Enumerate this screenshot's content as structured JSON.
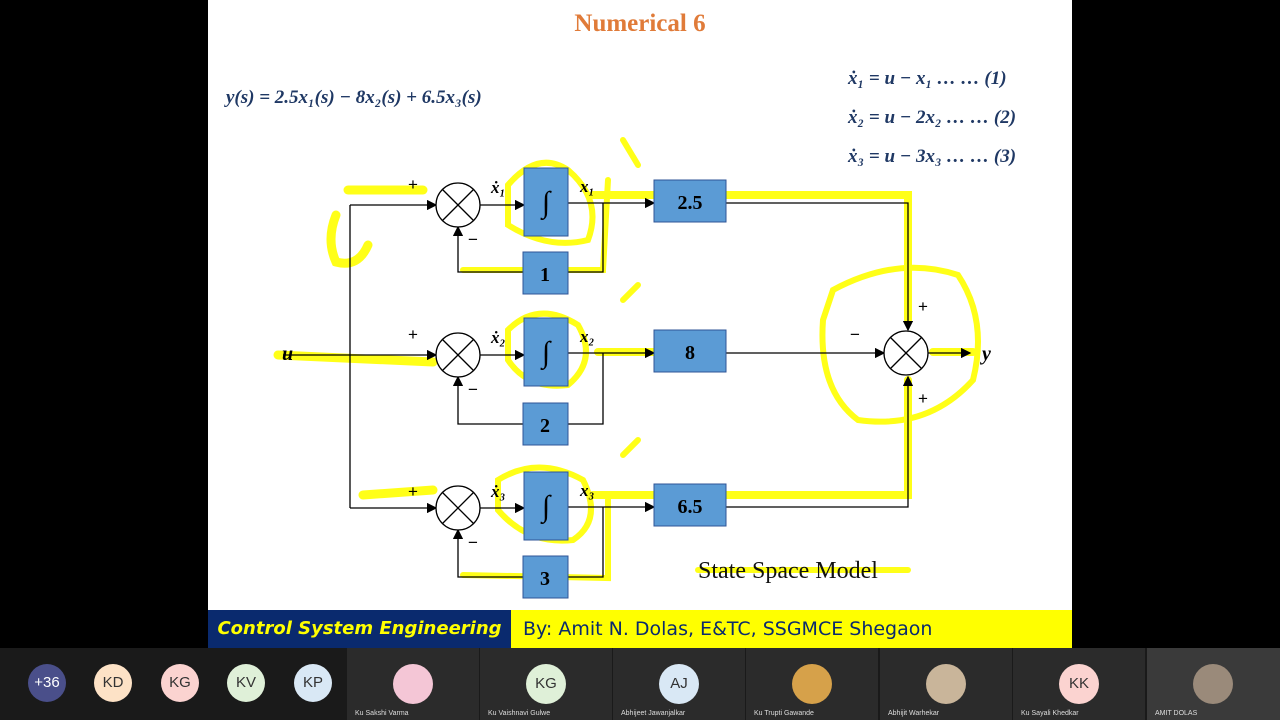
{
  "slide": {
    "title": "Numerical 6",
    "output_equation": "y(s) = 2.5x₁(s) − 8x₂(s) + 6.5x₃(s)",
    "state_equations": [
      "ẋ₁ = u − x₁ … … (1)",
      "ẋ₂ = u − 2x₂ … … (2)",
      "ẋ₃ = u − 3x₃ … … (3)"
    ],
    "diagram": {
      "input": "u",
      "output": "y",
      "gains": [
        "2.5",
        "8",
        "6.5"
      ],
      "feedback_gains": [
        "1",
        "2",
        "3"
      ],
      "state_labels": [
        "x₁",
        "x₂",
        "x₃"
      ],
      "derivative_labels": [
        "ẋ₁",
        "ẋ₂",
        "ẋ₃"
      ],
      "integrator_symbol": "∫",
      "plus": "+",
      "minus": "−"
    },
    "caption": "State Space Model",
    "footer_left": "Control System Engineering",
    "footer_right": "By: Amit N. Dolas, E&TC, SSGMCE Shegaon"
  },
  "participants": {
    "overflow_count": "+36",
    "avatars": [
      {
        "initials": "KD",
        "color": "#fde2c6"
      },
      {
        "initials": "KG",
        "color": "#fbd3d0"
      },
      {
        "initials": "KV",
        "color": "#dff0d8"
      },
      {
        "initials": "KP",
        "color": "#d9e8f5"
      }
    ],
    "tiles": [
      {
        "initials": "",
        "name": "Ku Sakshi Varma",
        "color": "#f4c6d6"
      },
      {
        "initials": "KG",
        "name": "Ku Vaishnavi Gulwe",
        "color": "#dff0d8"
      },
      {
        "initials": "AJ",
        "name": "Abhijeet Jawanjalkar",
        "color": "#d9e8f5"
      },
      {
        "initials": "",
        "name": "Ku Trupti Gawande",
        "color": "#d6a14a"
      },
      {
        "initials": "",
        "name": "Abhijit Warhekar",
        "color": "#c9b59a"
      },
      {
        "initials": "KK",
        "name": "Ku Sayali Khedkar",
        "color": "#fbd3d0"
      },
      {
        "initials": "",
        "name": "AMIT DOLAS",
        "color": "#9a8a7a"
      }
    ]
  }
}
